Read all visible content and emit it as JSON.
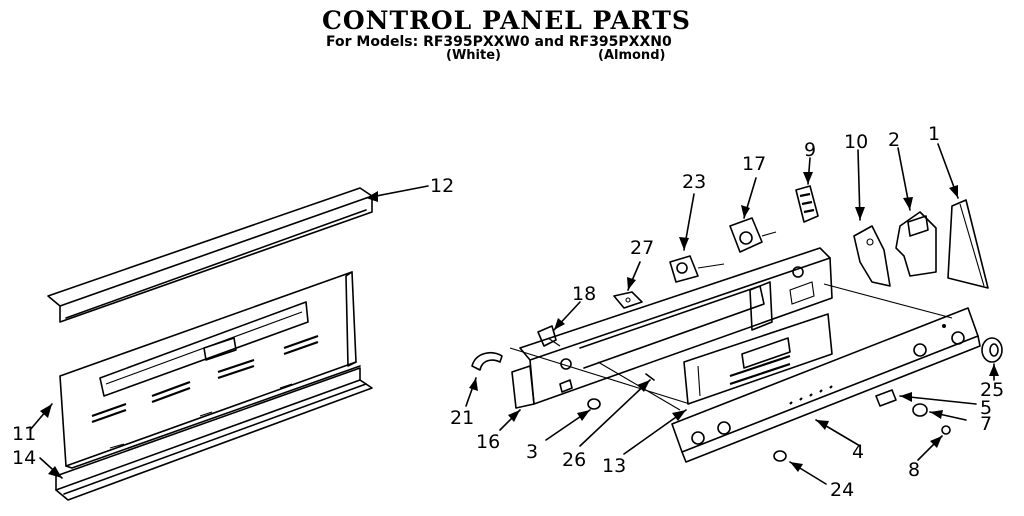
{
  "header": {
    "title": "CONTROL PANEL PARTS",
    "subtitle": "For Models: RF395PXXW0 and RF395PXXN0",
    "variants": [
      "(White)",
      "(Almond)"
    ]
  },
  "parts": [
    "1",
    "2",
    "3",
    "4",
    "5",
    "7",
    "8",
    "9",
    "10",
    "11",
    "12",
    "13",
    "14",
    "16",
    "17",
    "18",
    "21",
    "23",
    "24",
    "25",
    "26",
    "27"
  ]
}
